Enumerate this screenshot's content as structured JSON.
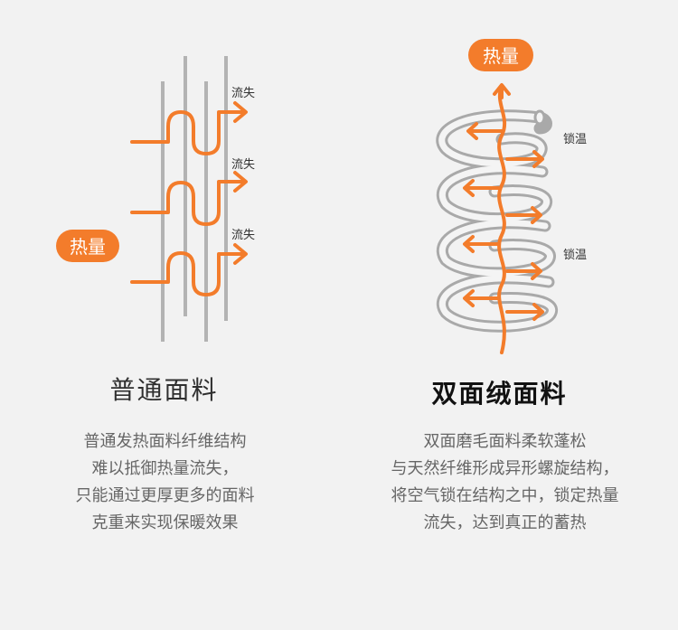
{
  "left": {
    "badge": "热量",
    "flow_labels": [
      "流失",
      "流失",
      "流失"
    ],
    "title": "普通面料",
    "desc": [
      "普通发热面料纤维结构",
      "难以抵御热量流失，",
      "只能通过更厚更多的面料",
      "克重来实现保暖效果"
    ]
  },
  "right": {
    "badge": "热量",
    "lock_labels": [
      "锁温",
      "锁温"
    ],
    "title": "双面绒面料",
    "desc": [
      "双面磨毛面料柔软蓬松",
      "与天然纤维形成异形螺旋结构，",
      "将空气锁在结构之中，锁定热量",
      "流失，达到真正的蓄热"
    ]
  },
  "colors": {
    "accent": "#f37c2b",
    "fiber": "#b3b3b3",
    "background": "#f2f2f2"
  }
}
